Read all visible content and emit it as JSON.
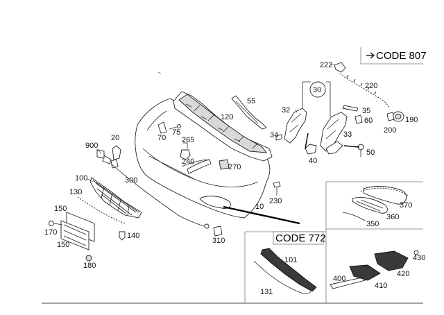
{
  "codes": {
    "code807": "CODE 807",
    "code772": "CODE 772"
  },
  "callouts": {
    "c10": "10",
    "c20": "20",
    "c30": "30",
    "c32": "32",
    "c33": "33",
    "c34": "34",
    "c35": "35",
    "c40": "40",
    "c50": "50",
    "c55": "55",
    "c60": "60",
    "c70": "70",
    "c75": "75",
    "c100": "100",
    "c101": "101",
    "c120": "120",
    "c130": "130",
    "c131": "131",
    "c140": "140",
    "c150a": "150",
    "c150b": "150",
    "c170": "170",
    "c180": "180",
    "c190": "190",
    "c200": "200",
    "c220": "220",
    "c222": "222",
    "c230": "230",
    "c240": "240",
    "c265": "265",
    "c270": "270",
    "c300": "300",
    "c310": "310",
    "c350": "350",
    "c360": "360",
    "c370": "370",
    "c400": "400",
    "c410": "410",
    "c420": "420",
    "c430": "430",
    "c900": "900"
  }
}
